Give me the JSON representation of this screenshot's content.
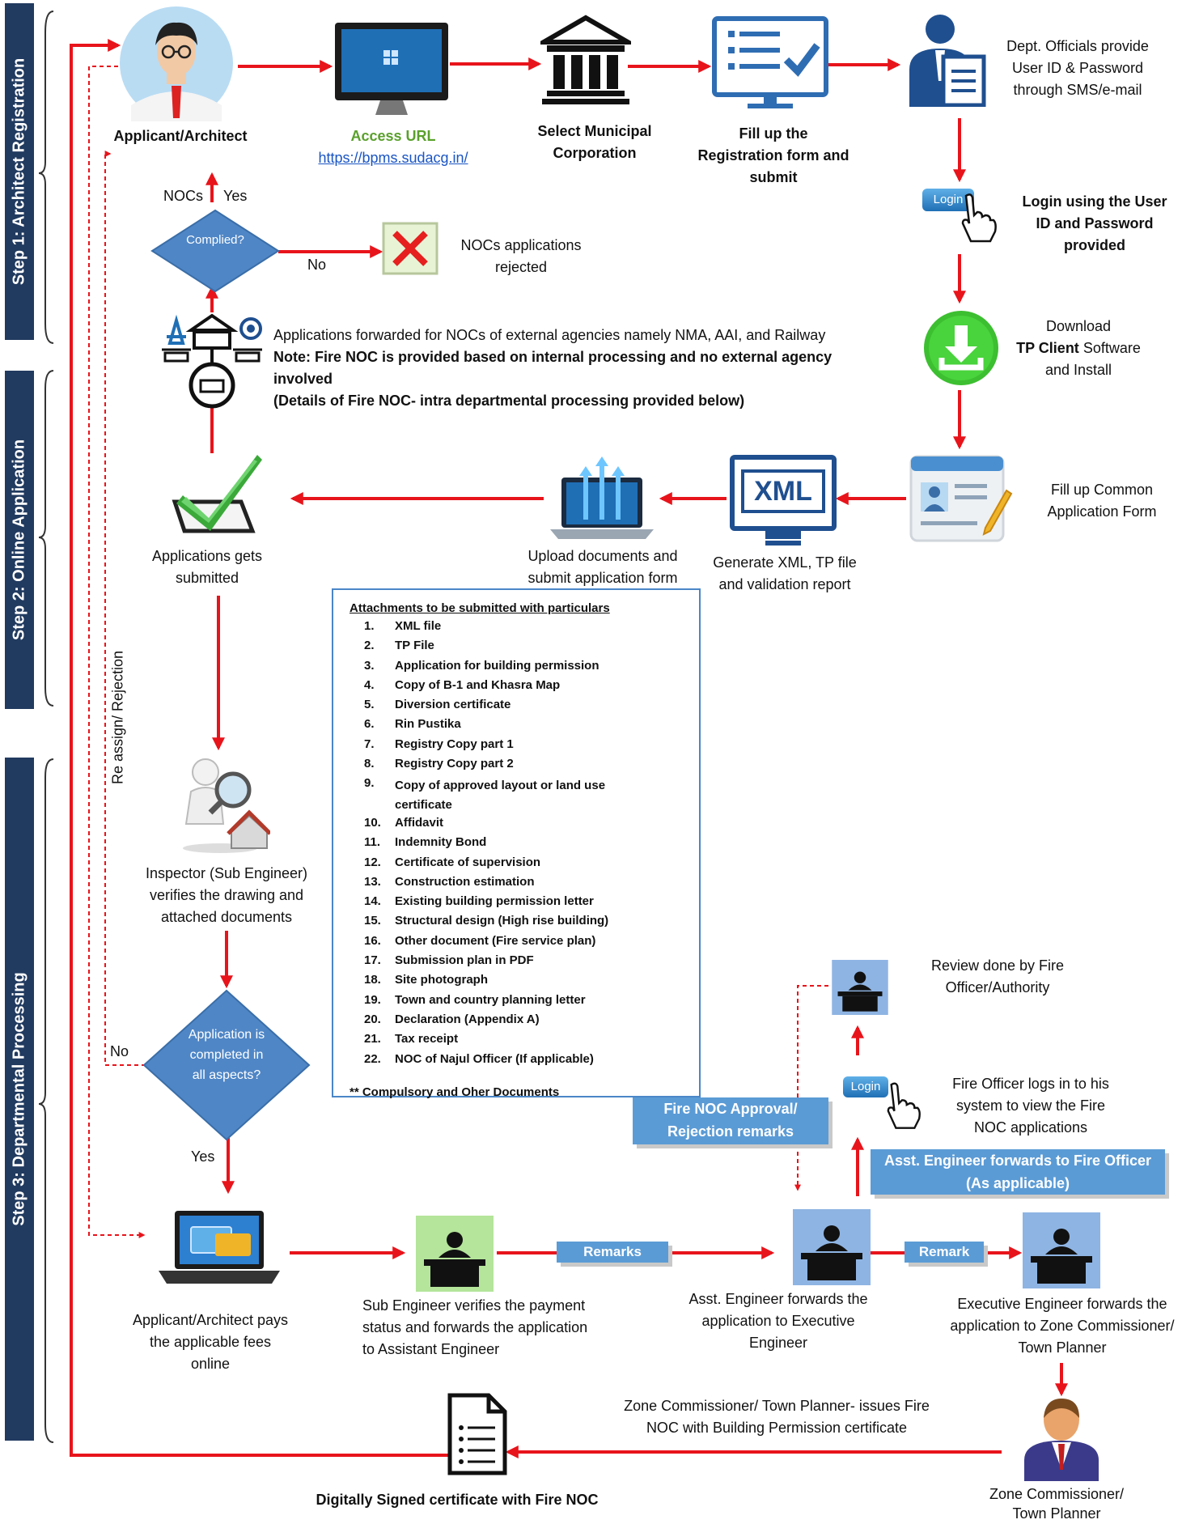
{
  "steps": {
    "step1": "Step 1: Architect Registration",
    "step2": "Step 2: Online Application",
    "step3": "Step 3: Departmental Processing"
  },
  "nodes": {
    "applicant": "Applicant/Architect",
    "access_url_label": "Access URL",
    "access_url": "https://bpms.sudacg.in/",
    "select_corp_1": "Select Municipal",
    "select_corp_2": "Corporation",
    "fill_reg_1": "Fill up the",
    "fill_reg_2": "Registration form and",
    "fill_reg_3": "submit",
    "dept_officials_1": "Dept. Officials provide",
    "dept_officials_2": "User ID & Password",
    "dept_officials_3": "through SMS/e-mail",
    "login_btn": "Login",
    "login_1": "Login using the User",
    "login_2": "ID and Password",
    "login_3": "provided",
    "download_1": "Download",
    "download_2a": "TP Client",
    "download_2b": " Software",
    "download_3": "and Install",
    "common_form_1": "Fill up Common",
    "common_form_2": "Application Form",
    "xml_icon": "XML",
    "gen_xml_1": "Generate XML, TP file",
    "gen_xml_2": "and validation report",
    "upload_1": "Upload documents and",
    "upload_2": "submit application form",
    "submitted_1": "Applications gets",
    "submitted_2": "submitted",
    "noc_fwd_1": "Applications forwarded for NOCs of external agencies namely NMA, AAI, and Railway",
    "noc_note_1": "Note: Fire NOC is provided based on internal processing and no external agency",
    "noc_note_2": "involved",
    "noc_note_3": "(Details of Fire NOC- intra departmental processing provided below)",
    "complied": "Complied?",
    "nocs_label": "NOCs",
    "yes_label": "Yes",
    "no_label": "No",
    "rejected_1": "NOCs applications",
    "rejected_2": "rejected",
    "reassign": "Re assign/ Rejection",
    "inspector_1": "Inspector (Sub Engineer)",
    "inspector_2": "verifies the drawing and",
    "inspector_3": "attached documents",
    "completed_1": "Application is",
    "completed_2": "completed in",
    "completed_3": "all aspects?",
    "no2": "No",
    "yes2": "Yes",
    "pays_1": "Applicant/Architect pays",
    "pays_2": "the applicable fees",
    "pays_3": "online",
    "sub_eng_1": "Sub Engineer verifies the payment",
    "sub_eng_2": "status and forwards the application",
    "sub_eng_3": "to Assistant Engineer",
    "remarks": "Remarks",
    "asst_eng_1": "Asst. Engineer forwards the",
    "asst_eng_2": "application to Executive",
    "asst_eng_3": "Engineer",
    "remark": "Remark",
    "exec_eng_1": "Executive Engineer forwards the",
    "exec_eng_2": "application to Zone Commissioner/",
    "exec_eng_3": "Town Planner",
    "review_1": "Review done by Fire",
    "review_2": "Officer/Authority",
    "fire_login_1": "Fire Officer logs in to his",
    "fire_login_2": "system to view the Fire",
    "fire_login_3": "NOC applications",
    "fire_approval_1": "Fire NOC Approval/",
    "fire_approval_2": "Rejection remarks",
    "asst_fwd_fire_1": "Asst. Engineer forwards to Fire Officer",
    "asst_fwd_fire_2": "(As applicable)",
    "zone_issue_1": "Zone Commissioner/ Town Planner- issues Fire",
    "zone_issue_2": "NOC with Building Permission certificate",
    "zone_comm_1": "Zone Commissioner/",
    "zone_comm_2": "Town Planner",
    "certificate": "Digitally Signed certificate with Fire NOC"
  },
  "attachments": {
    "title": "Attachments to be submitted with particulars",
    "items": [
      {
        "n": "1.",
        "t": "XML file"
      },
      {
        "n": "2.",
        "t": "TP File"
      },
      {
        "n": "3.",
        "t": "Application for building permission"
      },
      {
        "n": "4.",
        "t": "Copy of B-1 and Khasra Map"
      },
      {
        "n": "5.",
        "t": "Diversion certificate"
      },
      {
        "n": "6.",
        "t": "Rin Pustika"
      },
      {
        "n": "7.",
        "t": "Registry Copy part 1"
      },
      {
        "n": "8.",
        "t": "Registry Copy part 2"
      },
      {
        "n": "9.",
        "t": "Copy of approved layout or land use certificate"
      },
      {
        "n": "10.",
        "t": "Affidavit"
      },
      {
        "n": "11.",
        "t": "Indemnity Bond"
      },
      {
        "n": "12.",
        "t": "Certificate of supervision"
      },
      {
        "n": "13.",
        "t": "Construction estimation"
      },
      {
        "n": "14.",
        "t": "Existing building permission letter"
      },
      {
        "n": "15.",
        "t": "Structural design (High rise building)"
      },
      {
        "n": "16.",
        "t": "Other document (Fire service plan)"
      },
      {
        "n": "17.",
        "t": "Submission plan in PDF"
      },
      {
        "n": "18.",
        "t": "Site photograph"
      },
      {
        "n": "19.",
        "t": "Town and country planning letter"
      },
      {
        "n": "20.",
        "t": "Declaration (Appendix A)"
      },
      {
        "n": "21.",
        "t": "Tax receipt"
      },
      {
        "n": "22.",
        "t": "NOC of Najul Officer (If applicable)"
      }
    ],
    "footer": "** Compulsory and Oher Documents"
  },
  "colors": {
    "arrow": "#e8141b",
    "side_band": "#213a5f",
    "diamond": "#4f86c6",
    "tag": "#5b9bd5",
    "desk_blue": "#8eb4e3",
    "desk_green": "#b4e59a"
  }
}
